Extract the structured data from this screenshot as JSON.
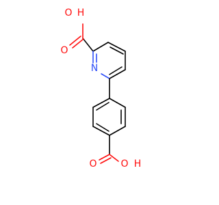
{
  "molecule": {
    "atoms": {
      "o_top_hydroxyl": "O",
      "h_top_hydroxyl": "H",
      "o_top_carbonyl": "O",
      "n_pyridine": "N",
      "o_bottom_carbonyl": "O",
      "o_bottom_hydroxyl": "O",
      "h_bottom_hydroxyl": "H"
    },
    "colors": {
      "bond": "#000000",
      "oxygen": "#ff0d0d",
      "nitrogen": "#3050f8"
    }
  }
}
